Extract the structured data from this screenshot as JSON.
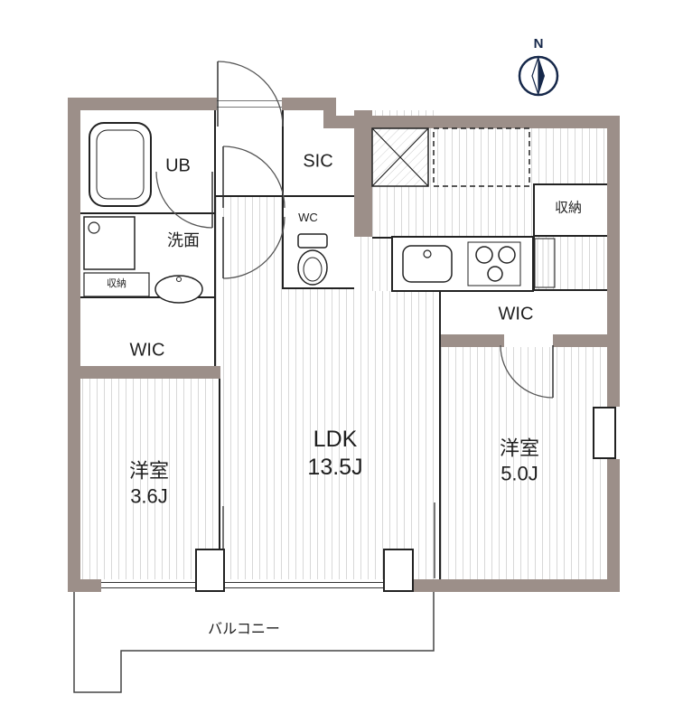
{
  "colors": {
    "wall": "#9c8f89",
    "line": "#222222",
    "hatch": "#d8d8d8",
    "text": "#1f1f1f",
    "compass": "#16284a"
  },
  "compass": {
    "label": "N"
  },
  "labels": {
    "ub": "UB",
    "sic": "SIC",
    "wc": "WC",
    "washroom": "洗面",
    "storage_small": "収納",
    "storage_right": "収納",
    "wic_left": "WIC",
    "wic_right": "WIC",
    "ldk_name": "LDK",
    "ldk_size": "13.5J",
    "bedroom_left_name": "洋室",
    "bedroom_left_size": "3.6J",
    "bedroom_right_name": "洋室",
    "bedroom_right_size": "5.0J",
    "balcony": "バルコニー"
  }
}
